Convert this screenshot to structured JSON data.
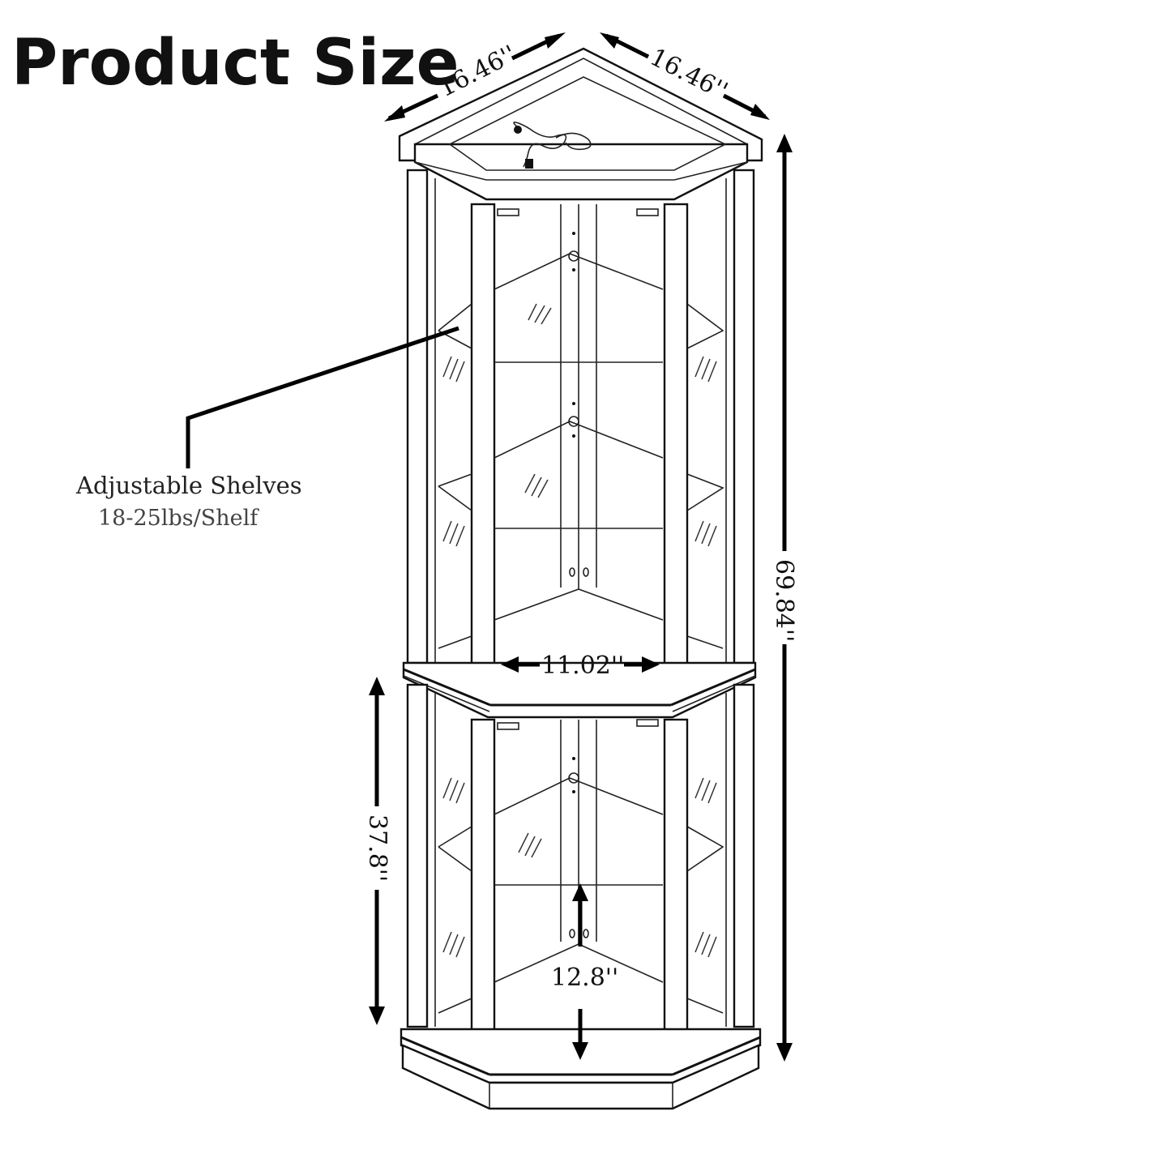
{
  "title": "Product Size",
  "dimensions": {
    "top_left_depth": "16.46''",
    "top_right_depth": "16.46''",
    "total_height": "69.84''",
    "lower_height": "37.8''",
    "front_width": "11.02''",
    "shelf_gap": "12.8''"
  },
  "callout": {
    "label": "Adjustable Shelves",
    "capacity": "18-25lbs/Shelf"
  }
}
